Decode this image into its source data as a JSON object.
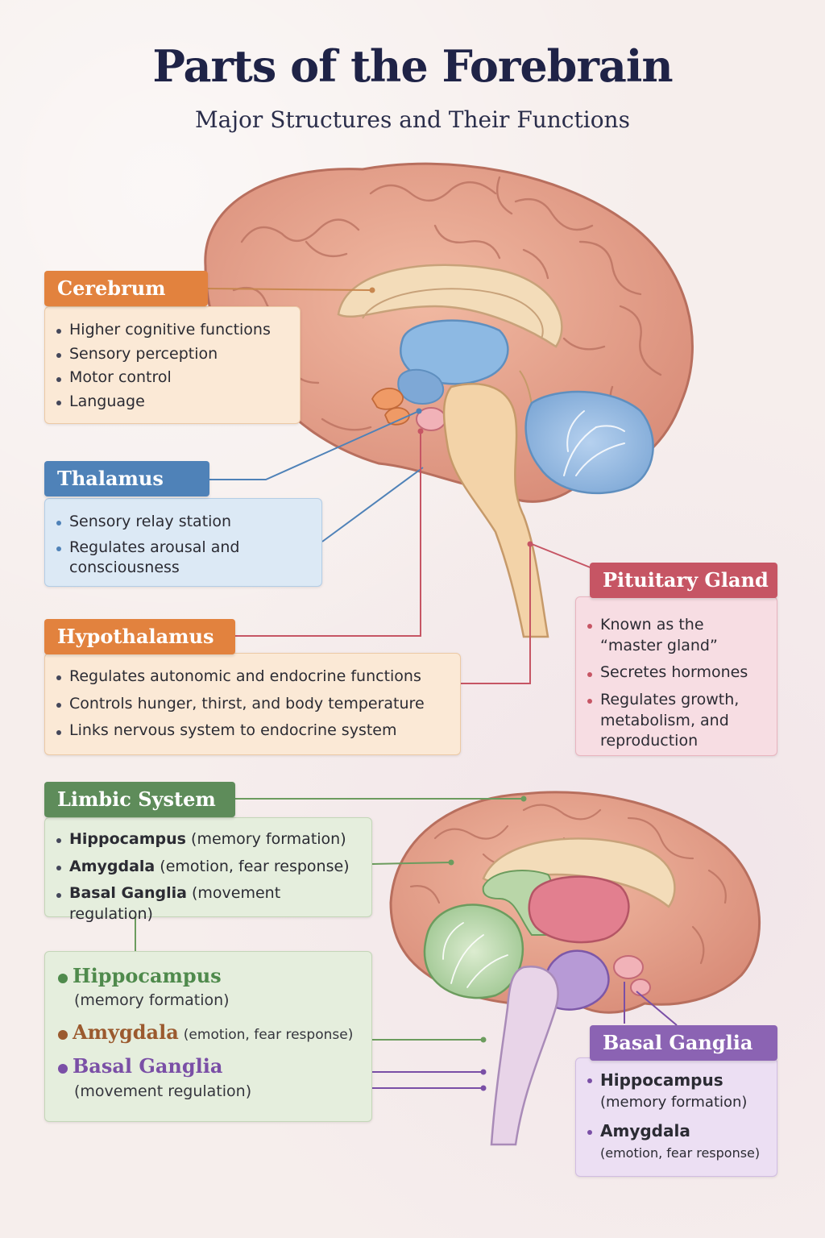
{
  "header": {
    "title": "Parts of the Forebrain",
    "subtitle": "Major Structures and Their Functions"
  },
  "cerebrum": {
    "label": "Cerebrum",
    "items": [
      "Higher cognitive functions",
      "Sensory perception",
      "Motor control",
      "Language"
    ]
  },
  "thalamus": {
    "label": "Thalamus",
    "items": [
      "Sensory relay station",
      "Regulates arousal and consciousness"
    ]
  },
  "hypothalamus": {
    "label": "Hypothalamus",
    "items": [
      "Regulates autonomic and endocrine functions",
      "Controls hunger, thirst, and body temperature",
      "Links nervous system to endocrine system"
    ]
  },
  "pituitary": {
    "label": "Pituitary Gland",
    "items": [
      "Known as the “master gland”",
      "Secretes hormones",
      "Regulates growth, metabolism, and reproduction"
    ]
  },
  "limbic": {
    "label": "Limbic System",
    "items": [
      {
        "name": "Hippocampus",
        "note": "(memory formation)"
      },
      {
        "name": "Amygdala",
        "note": "(emotion, fear response)"
      },
      {
        "name": "Basal Ganglia",
        "note": "(movement regulation)"
      }
    ],
    "detail": [
      {
        "name": "Hippocampus",
        "note": "(memory formation)",
        "color": "#4f8a4c"
      },
      {
        "name": "Amygdala",
        "note": "(emotion, fear response)",
        "color": "#9b5a2e"
      },
      {
        "name": "Basal Ganglia",
        "note": "(movement regulation)",
        "color": "#7a4fa6"
      }
    ]
  },
  "basal_ganglia": {
    "label": "Basal Ganglia",
    "items": [
      {
        "name": "Hippocampus",
        "note": "(memory formation)"
      },
      {
        "name": "Amygdala",
        "note": "(emotion, fear response)"
      }
    ]
  },
  "colors": {
    "cerebrum": "#e2823e",
    "thalamus": "#4f82b8",
    "hypothalamus": "#e2823e",
    "pituitary": "#c65564",
    "limbic": "#5e8c5a",
    "basal_ganglia": "#8b63b3"
  }
}
